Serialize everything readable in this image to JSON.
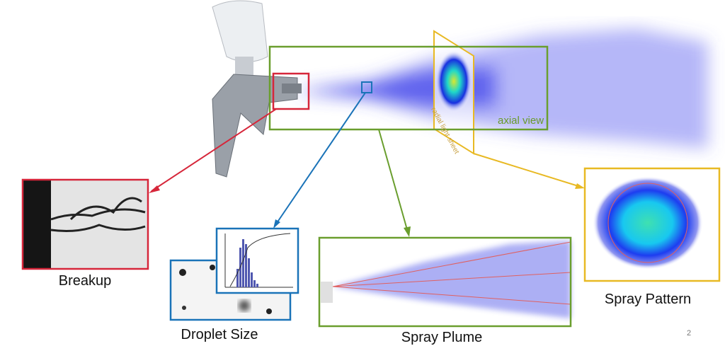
{
  "labels": {
    "axial_view": "axial view",
    "radial_sheet": "radial light sheet",
    "breakup": "Breakup",
    "droplet_size": "Droplet Size",
    "spray_plume": "Spray Plume",
    "spray_pattern": "Spray Pattern"
  },
  "page_number": "2",
  "colors": {
    "red": "#d6263a",
    "blue": "#1a73b8",
    "green": "#6a9e2e",
    "yellow": "#e8b923",
    "plume": "#3a3de0"
  }
}
